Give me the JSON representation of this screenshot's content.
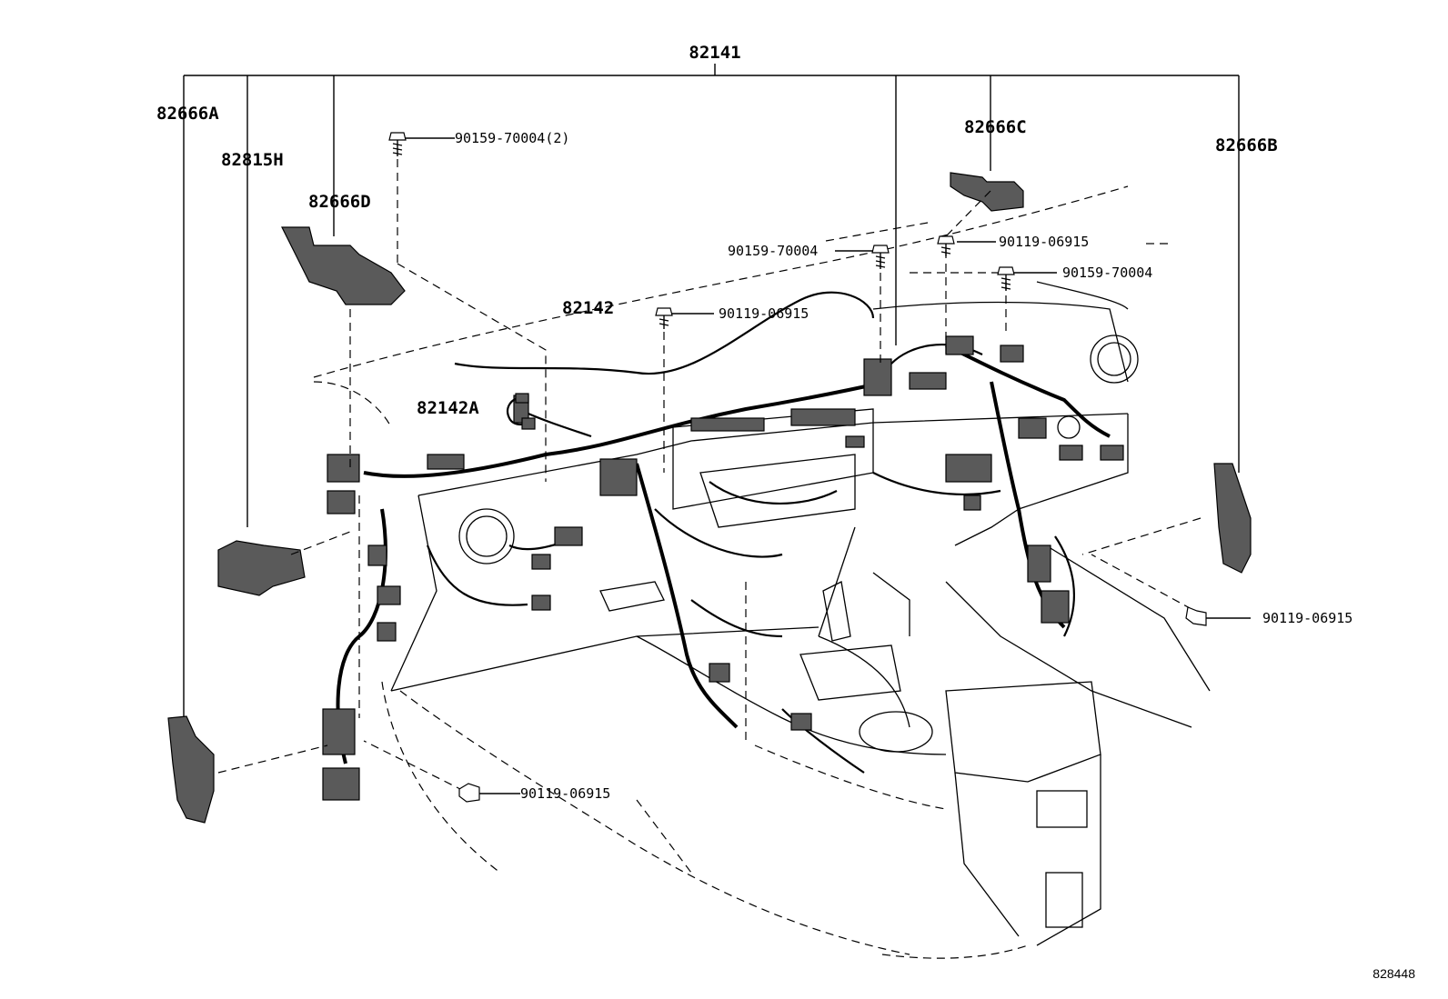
{
  "labels": {
    "main_harness": "82141",
    "harness_82142": "82142",
    "harness_82142a": "82142A",
    "bracket_a": "82666A",
    "bracket_b": "82666B",
    "bracket_c": "82666C",
    "bracket_d": "82666D",
    "block_h": "82815H",
    "screw_top_left": "90159-70004(2)",
    "screw_center": "90159-70004",
    "screw_right": "90159-70004",
    "bolt_top_right": "90119-06915",
    "bolt_center": "90119-06915",
    "bolt_right_lower": "90119-06915",
    "bolt_left_lower": "90119-06915"
  },
  "figure_id": "828448"
}
